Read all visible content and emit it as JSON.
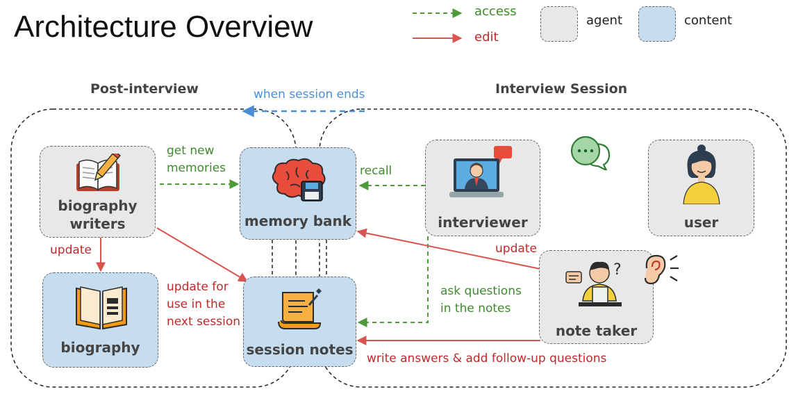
{
  "title": "Architecture Overview",
  "legend": {
    "access": "access",
    "edit": "edit",
    "agent": "agent",
    "content": "content"
  },
  "regions": {
    "post_interview": "Post-interview",
    "interview_session": "Interview Session"
  },
  "nodes": {
    "biography_writers": "biography\nwriters",
    "memory_bank": "memory bank",
    "interviewer": "interviewer",
    "user": "user",
    "biography": "biography",
    "session_notes": "session notes",
    "note_taker": "note taker"
  },
  "edges": {
    "when_session_ends": "when session ends",
    "get_new_memories": "get new\nmemories",
    "recall": "recall",
    "update_left": "update",
    "update_for_next_session": "update for\nuse in the\nnext session",
    "update_right": "update",
    "ask_questions": "ask questions\nin the notes",
    "write_answers": "write answers & add follow-up questions"
  },
  "colors": {
    "access": "#4e9a3a",
    "edit": "#d9534f",
    "session_end": "#4a8fd6",
    "agent_fill": "#e8e8e8",
    "content_fill": "#c6dcef"
  },
  "icons": {
    "biography_writers": "book-pencil-icon",
    "memory_bank": "brain-disk-icon",
    "interviewer": "interviewer-laptop-icon",
    "user": "user-woman-icon",
    "biography": "open-book-icon",
    "session_notes": "scroll-icon",
    "note_taker": "note-taker-icon",
    "chat": "chat-bubbles-icon",
    "ear": "listening-ear-icon"
  }
}
